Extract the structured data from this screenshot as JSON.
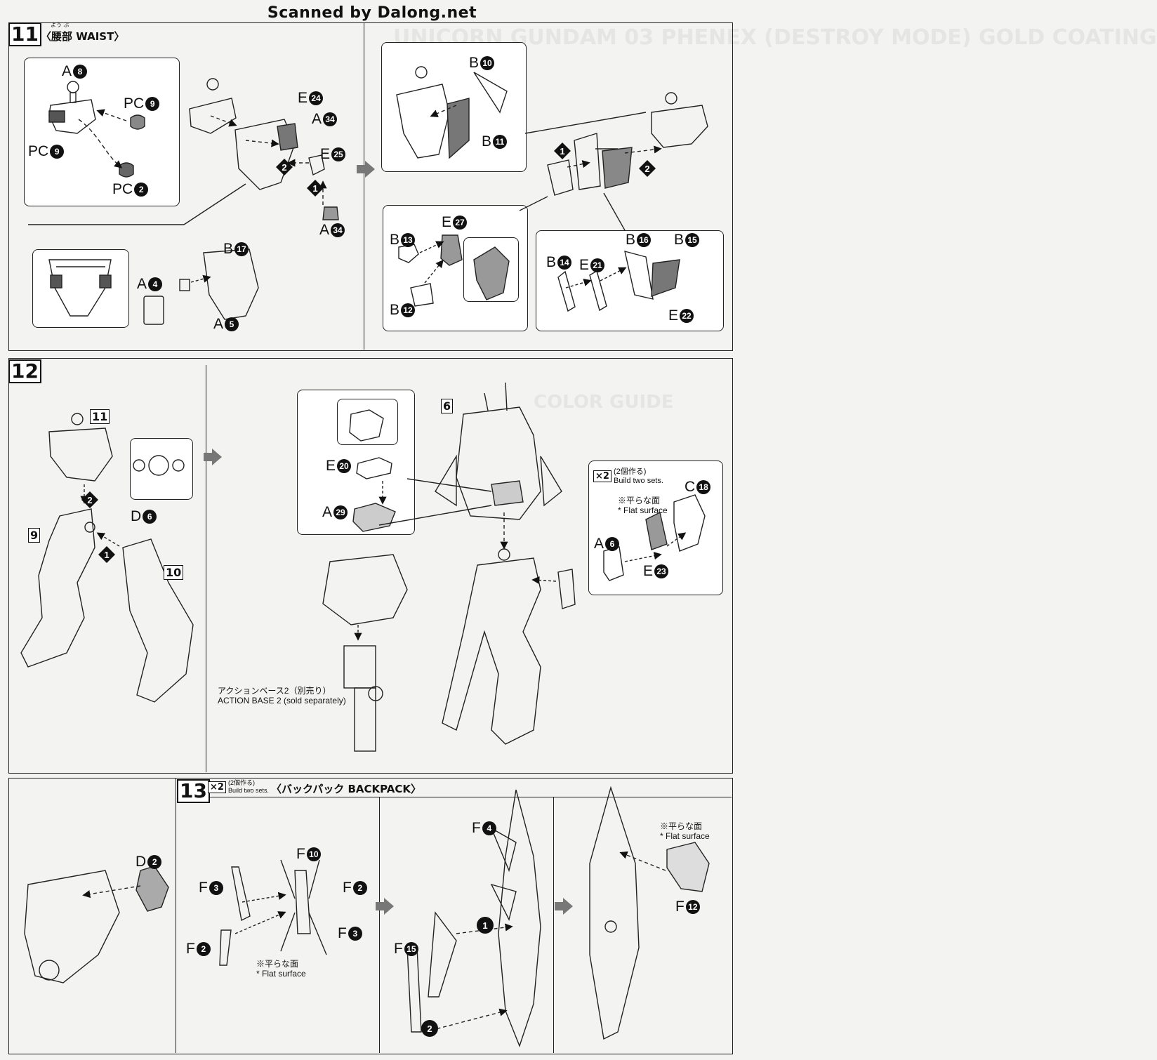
{
  "banner": "Scanned by Dalong.net",
  "step11": {
    "number": "11",
    "title": "〈腰部 WAIST〉",
    "title_ruby": "よう ぶ",
    "labels": {
      "a8": "A",
      "a8n": "8",
      "pc9a": "PC",
      "pc9an": "9",
      "pc9b": "PC",
      "pc9bn": "9",
      "pc2": "PC",
      "pc2n": "2",
      "e24": "E",
      "e24n": "24",
      "a34a": "A",
      "a34an": "34",
      "e25": "E",
      "e25n": "25",
      "a34b": "A",
      "a34bn": "34",
      "b17": "B",
      "b17n": "17",
      "a4": "A",
      "a4n": "4",
      "a5": "A",
      "a5n": "5",
      "b10": "B",
      "b10n": "10",
      "b11": "B",
      "b11n": "11",
      "e27": "E",
      "e27n": "27",
      "b13": "B",
      "b13n": "13",
      "b12": "B",
      "b12n": "12",
      "b16": "B",
      "b16n": "16",
      "b15": "B",
      "b15n": "15",
      "b14": "B",
      "b14n": "14",
      "e21": "E",
      "e21n": "21",
      "e22": "E",
      "e22n": "22"
    },
    "seq": [
      "1",
      "2"
    ]
  },
  "step12": {
    "number": "12",
    "ref11": "11",
    "ref9": "9",
    "ref10": "10",
    "ref6": "6",
    "d6": "D",
    "d6n": "6",
    "e20": "E",
    "e20n": "20",
    "a29": "A",
    "a29n": "29",
    "c18": "C",
    "c18n": "18",
    "a6": "A",
    "a6n": "6",
    "e23": "E",
    "e23n": "23",
    "x2": "×2",
    "build_jp": "(2個作る)",
    "build_en": "Build two sets.",
    "flat_jp": "※平らな面",
    "flat_en": "* Flat surface",
    "action_base_jp": "アクションベース2（別売り）",
    "action_base_en": "ACTION BASE 2 (sold separately)"
  },
  "step13": {
    "number": "13",
    "x2": "×2",
    "build_jp": "(2個作る)",
    "build_en": "Build two sets.",
    "title": "〈バックパック BACKPACK〉",
    "d2": "D",
    "d2n": "2",
    "f10": "F",
    "f10n": "10",
    "f3a": "F",
    "f3an": "3",
    "f2a": "F",
    "f2an": "2",
    "f2b": "F",
    "f2bn": "2",
    "f3b": "F",
    "f3bn": "3",
    "f4": "F",
    "f4n": "4",
    "f15": "F",
    "f15n": "15",
    "f12": "F",
    "f12n": "12",
    "flat_jp": "※平らな面",
    "flat_en": "* Flat surface",
    "flat2_jp": "※平らな面",
    "flat2_en": "* Flat surface"
  },
  "background_ghost": {
    "line1": "UNICORN GUNDAM 03 PHENEX (DESTROY MODE) GOLD COATING",
    "line2": "COLOR GUIDE"
  }
}
